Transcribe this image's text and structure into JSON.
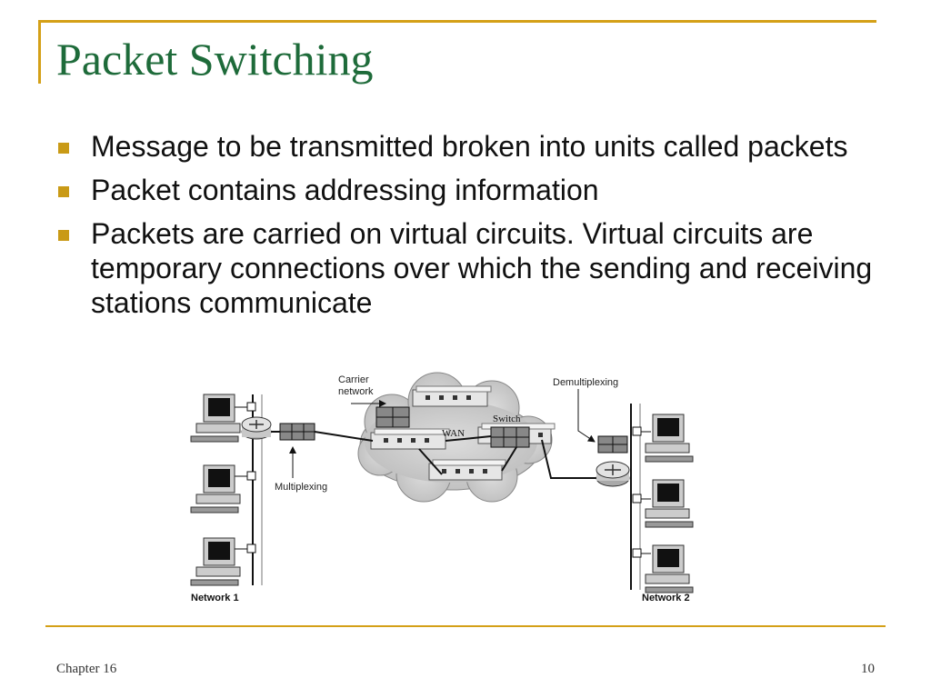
{
  "slide": {
    "title": "Packet Switching",
    "bullets": [
      "Message to be transmitted broken into units called packets",
      "Packet contains addressing information",
      "Packets are carried on virtual circuits. Virtual circuits are temporary connections over which the sending and receiving stations communicate"
    ],
    "accent_color": "#d4a017",
    "title_color": "#1e6b3a"
  },
  "diagram": {
    "carrier_network": "Carrier\nnetwork",
    "carrier_line1": "Carrier",
    "carrier_line2": "network",
    "wan": "WAN",
    "switch": "Switch",
    "multiplexing": "Multiplexing",
    "demultiplexing": "Demultiplexing",
    "network1": "Network 1",
    "network2": "Network 2"
  },
  "footer": {
    "chapter": "Chapter 16",
    "page_number": "10"
  }
}
